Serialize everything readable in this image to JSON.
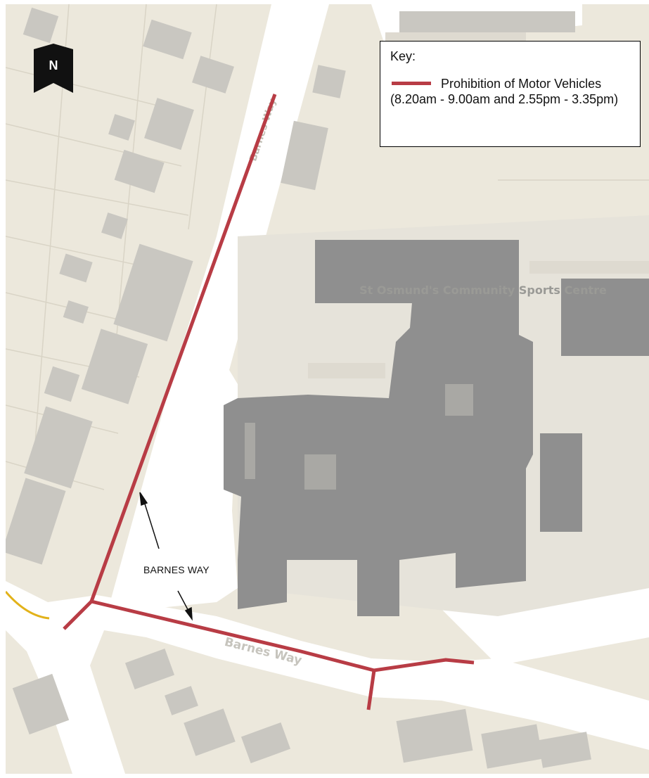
{
  "map": {
    "key": {
      "title": "Key:",
      "entries": [
        {
          "label": "Prohibition of Motor Vehicles (8.20am - 9.00am and 2.55pm - 3.35pm)",
          "color": "#b83c45"
        }
      ]
    },
    "north_arrow": {
      "label": "N",
      "icon": "north-arrow-icon"
    },
    "labels": {
      "sports_centre": "St Osmund's Community Sports Centre",
      "road_north": "Barnes Way",
      "road_south": "Barnes Way"
    },
    "annotation": "BARNES WAY",
    "colors": {
      "background": "#ece8dc",
      "road": "#ffffff",
      "building_dark": "#8f8f8f",
      "building_light": "#c9c7c1",
      "restriction_line": "#b83c45",
      "yellow_marking": "#e2b21a"
    }
  }
}
